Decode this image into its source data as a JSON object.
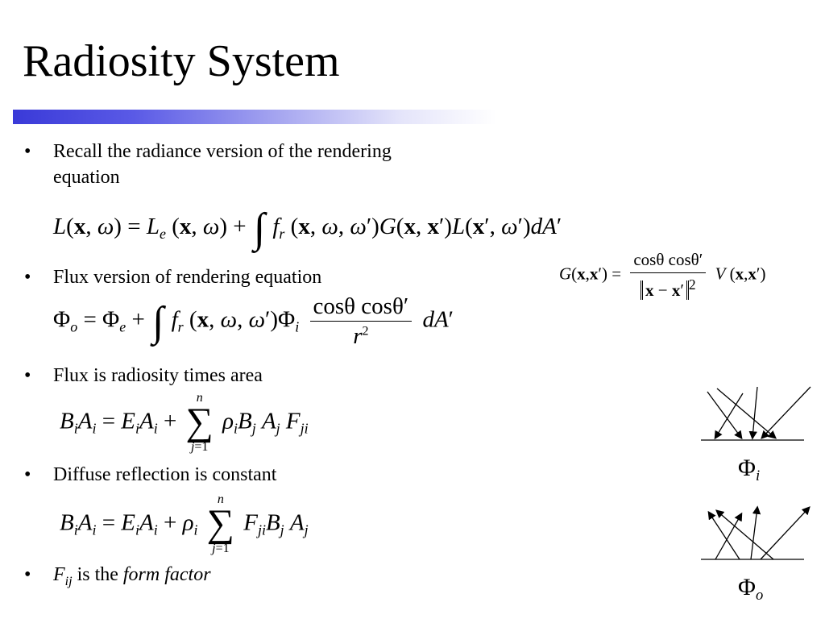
{
  "slide": {
    "title": "Radiosity System"
  },
  "bullets": [
    {
      "text_line1": "Recall the radiance version of the rendering",
      "text_line2": "equation"
    },
    {
      "text": "Flux version of rendering equation"
    },
    {
      "text": "Flux is radiosity times area"
    },
    {
      "text": "Diffuse reflection is constant"
    },
    {
      "sym": "F",
      "sym_sub": "ij",
      "text_mid": " is the ",
      "text_em": "form factor"
    }
  ],
  "bullet_glyph": "•",
  "equations": {
    "sum_upper": "n",
    "sum_lower": "j=1",
    "cos_pair": "cosθ cosθ′",
    "r_squared_base": "r"
  },
  "figures": {
    "phi_incoming_label": "Φ",
    "phi_incoming_sub": "i",
    "phi_outgoing_label": "Φ",
    "phi_outgoing_sub": "o"
  },
  "colors": {
    "rule_start": "#3a3ad8",
    "rule_end": "#ffffff",
    "ink": "#000000"
  }
}
